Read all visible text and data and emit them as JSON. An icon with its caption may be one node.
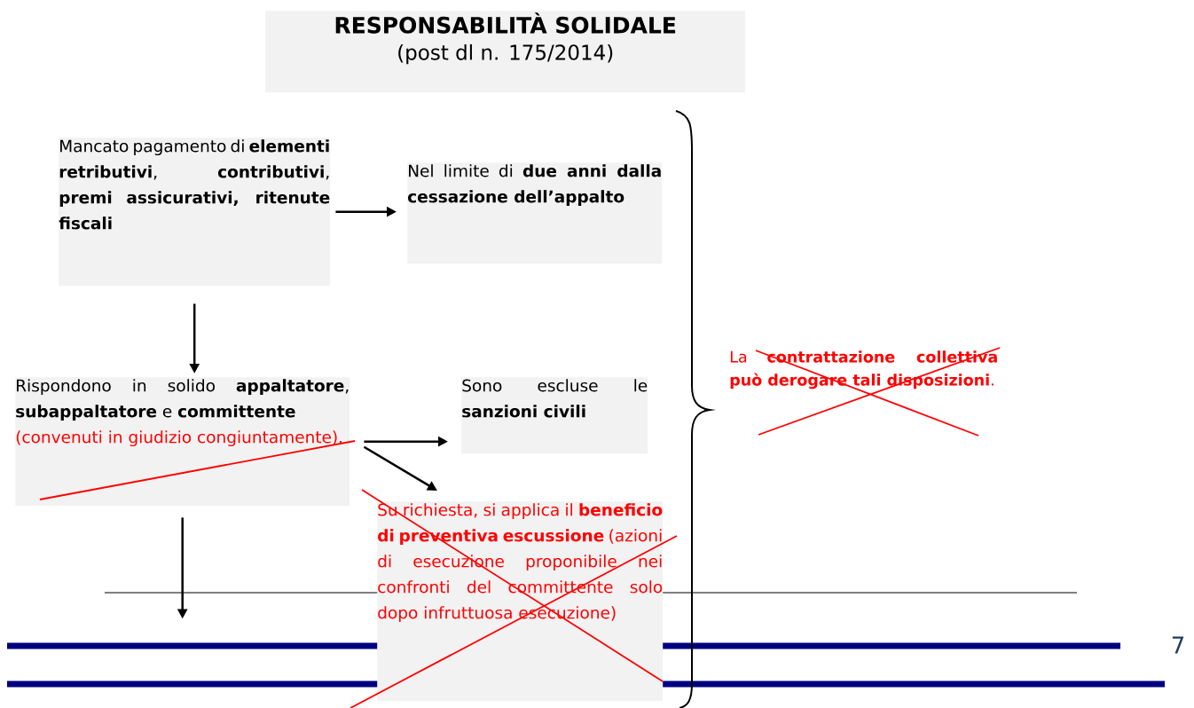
{
  "diagram": {
    "title": "RESPONSABILITÀ SOLIDALE",
    "nodes": [
      {
        "text": [
          "(post dl n. 175/2014)"
        ]
      },
      {
        "text": [
          "Mancato pagamento di **elementi retributivi**, **contributivi**, **premi assicurativi, ritenute fiscali**"
        ]
      },
      {
        "text": [
          "Nel limite di **due anni dalla cessazione dell’appalto**"
        ]
      },
      {
        "text": [
          "Rispondono in solido **appaltatore**, **subappaltatore** e **committente**",
          "(convenuti in giudizio congiuntamente)."
        ]
      },
      {
        "text": [
          "Sono escluse le **sanzioni civili**"
        ]
      },
      {
        "text": [
          "Su richiesta, si applica il **beneficio di preventiva escussione** (azioni di esecuzione proponibile nei confronti del committente solo dopo infruttuosa esecuzione)"
        ]
      }
    ],
    "edges": [
      {
        "from": 1,
        "to": 2,
        "arrow": "to"
      },
      {
        "from": 1,
        "to": 3,
        "arrow": "to"
      },
      {
        "from": 3,
        "to": 4,
        "arrow": "to"
      },
      {
        "from": 3,
        "to": 5,
        "arrow": "to"
      },
      {
        "from": 3,
        "to": null,
        "arrow": "to"
      }
    ],
    "labels": [
      "La **contrattazione collettiva può derogare tali disposizioni**.",
      "7"
    ]
  }
}
